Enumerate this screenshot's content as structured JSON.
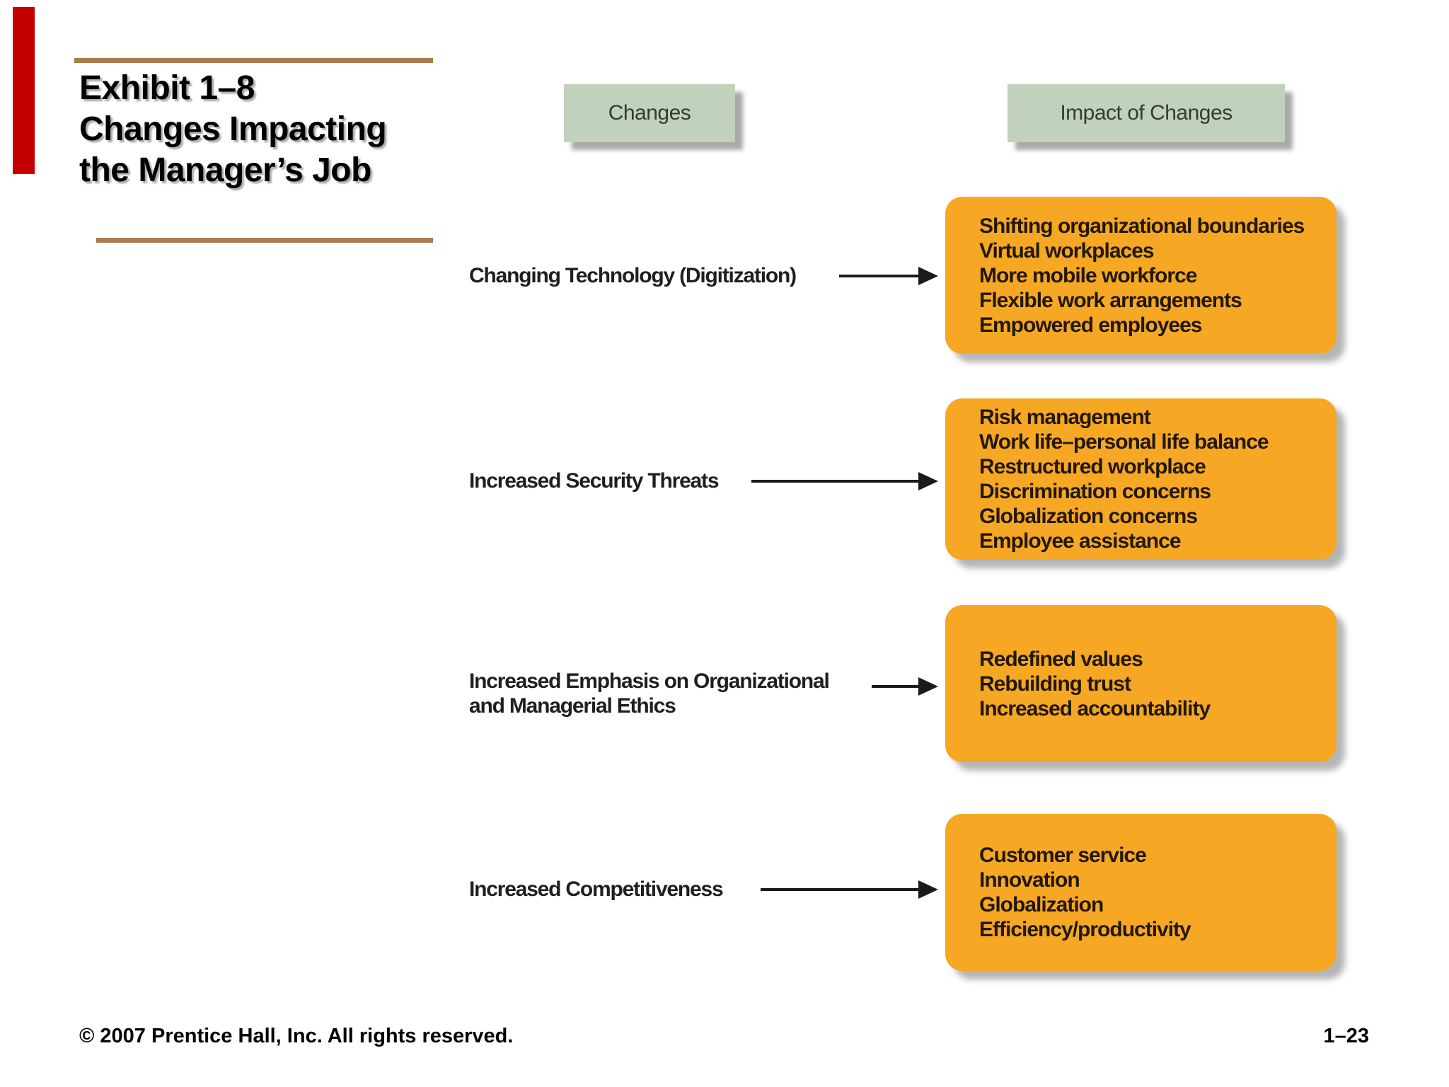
{
  "slide": {
    "title_lines": [
      "Exhibit 1–8",
      "Changes Impacting",
      "the Manager’s Job"
    ],
    "footer": {
      "copyright": "© 2007 Prentice Hall, Inc. All rights reserved.",
      "page_number": "1–23"
    }
  },
  "diagram": {
    "headers": [
      {
        "label": "Changes"
      },
      {
        "label": "Impact of Changes"
      }
    ],
    "rows": [
      {
        "change_lines": [
          "Changing Technology (Digitization)"
        ],
        "impacts": [
          "Shifting organizational boundaries",
          "Virtual workplaces",
          "More mobile workforce",
          "Flexible work arrangements",
          "Empowered employees"
        ]
      },
      {
        "change_lines": [
          "Increased Security Threats"
        ],
        "impacts": [
          "Risk management",
          "Work life–personal life balance",
          "Restructured workplace",
          "Discrimination concerns",
          "Globalization concerns",
          "Employee assistance"
        ]
      },
      {
        "change_lines": [
          "Increased Emphasis on Organizational",
          "and Managerial Ethics"
        ],
        "impacts": [
          "Redefined values",
          "Rebuilding trust",
          "Increased accountability"
        ]
      },
      {
        "change_lines": [
          "Increased Competitiveness"
        ],
        "impacts": [
          "Customer service",
          "Innovation",
          "Globalization",
          "Efficiency/productivity"
        ]
      }
    ]
  },
  "colors": {
    "impact_box_fill": "#f6a825",
    "header_box_fill": "#c2d1bb",
    "accent_bar": "#c40000",
    "title_rule": "#a87c4f"
  }
}
